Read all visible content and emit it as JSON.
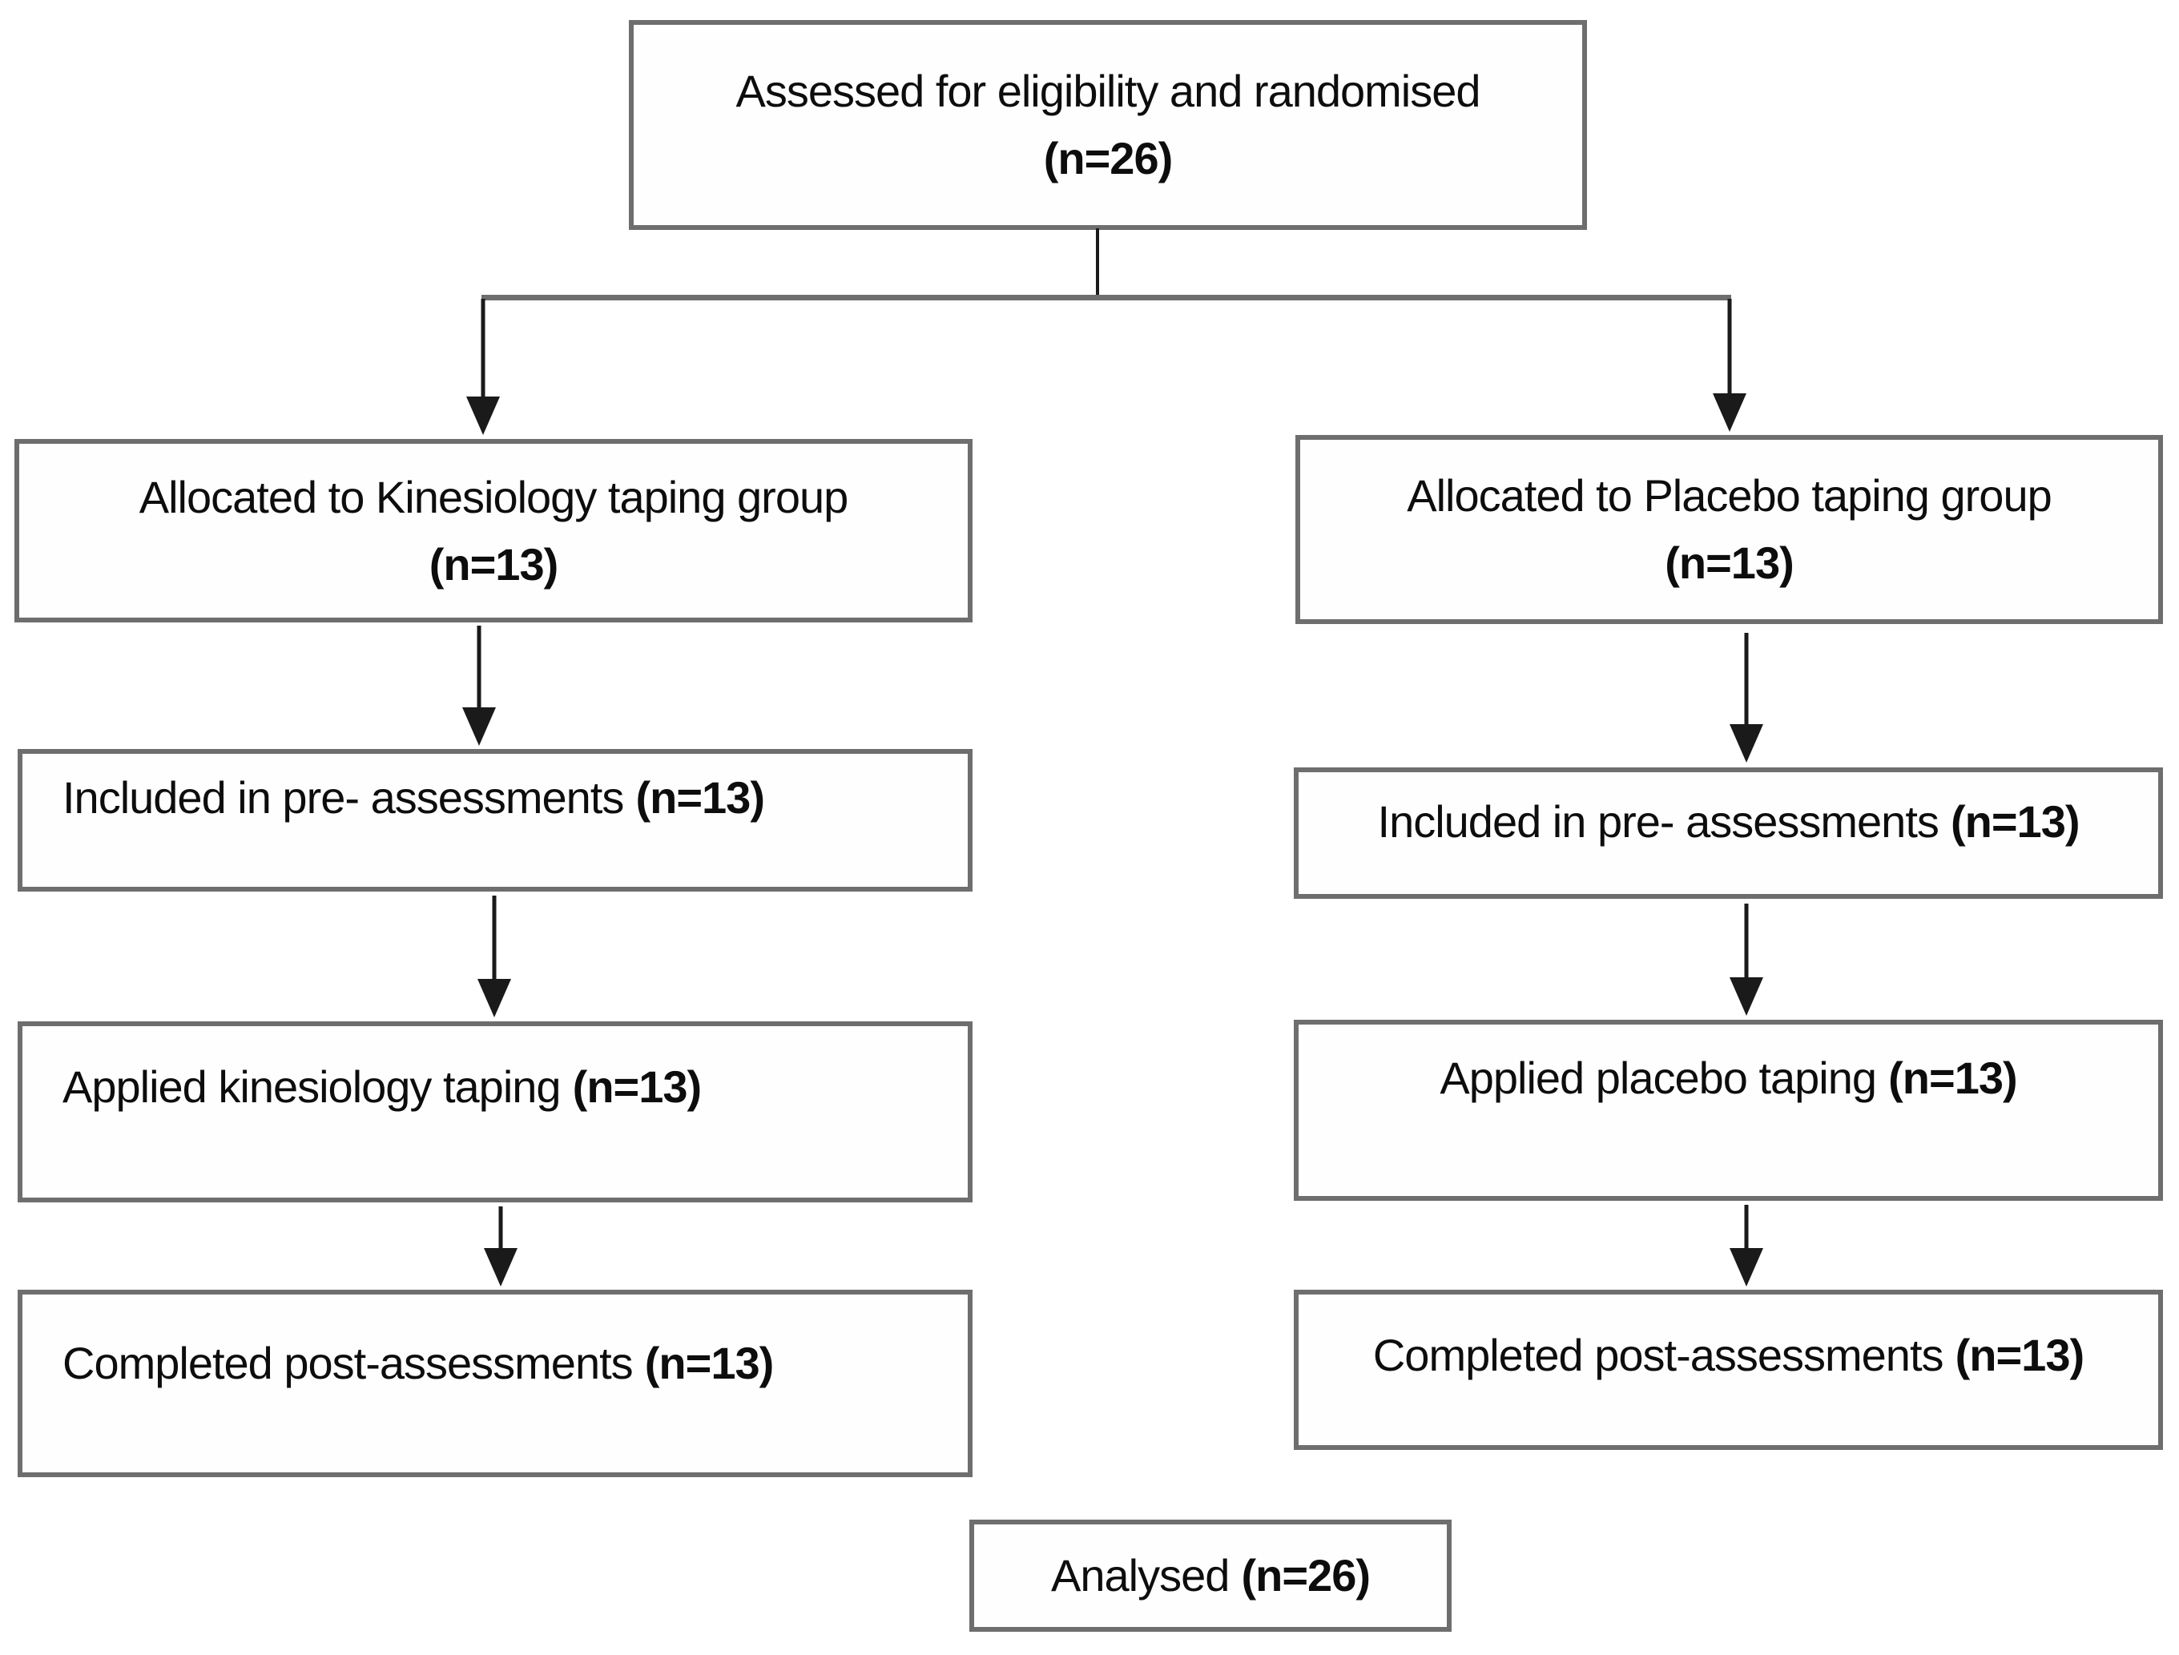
{
  "title_box": {
    "label": "Assessed for eligibility and randomised",
    "count": "(n=26)"
  },
  "left_column": {
    "allocated": {
      "label": "Allocated to Kinesiology taping group",
      "count": "(n=13)"
    },
    "pre_assessment": {
      "label": "Included in pre- assessments",
      "count": "(n=13)"
    },
    "applied": {
      "label": "Applied kinesiology taping",
      "count": "(n=13)"
    },
    "completed": {
      "label": "Completed post-assessments",
      "count": "(n=13)"
    }
  },
  "right_column": {
    "allocated": {
      "label": "Allocated to Placebo taping group",
      "count": "(n=13)"
    },
    "pre_assessment": {
      "label": "Included in pre- assessments",
      "count": "(n=13)"
    },
    "applied": {
      "label": "Applied placebo taping",
      "count": "(n=13)"
    },
    "completed": {
      "label": "Completed post-assessments",
      "count": "(n=13)"
    }
  },
  "analysed_box": {
    "label": "Analysed",
    "count": "(n=26)"
  },
  "colors": {
    "background": "#ffffff",
    "box_border": "#6e6e6e",
    "box_fill": "#fefefe",
    "text": "#0d0d0d",
    "arrow": "#1a1a1a"
  }
}
